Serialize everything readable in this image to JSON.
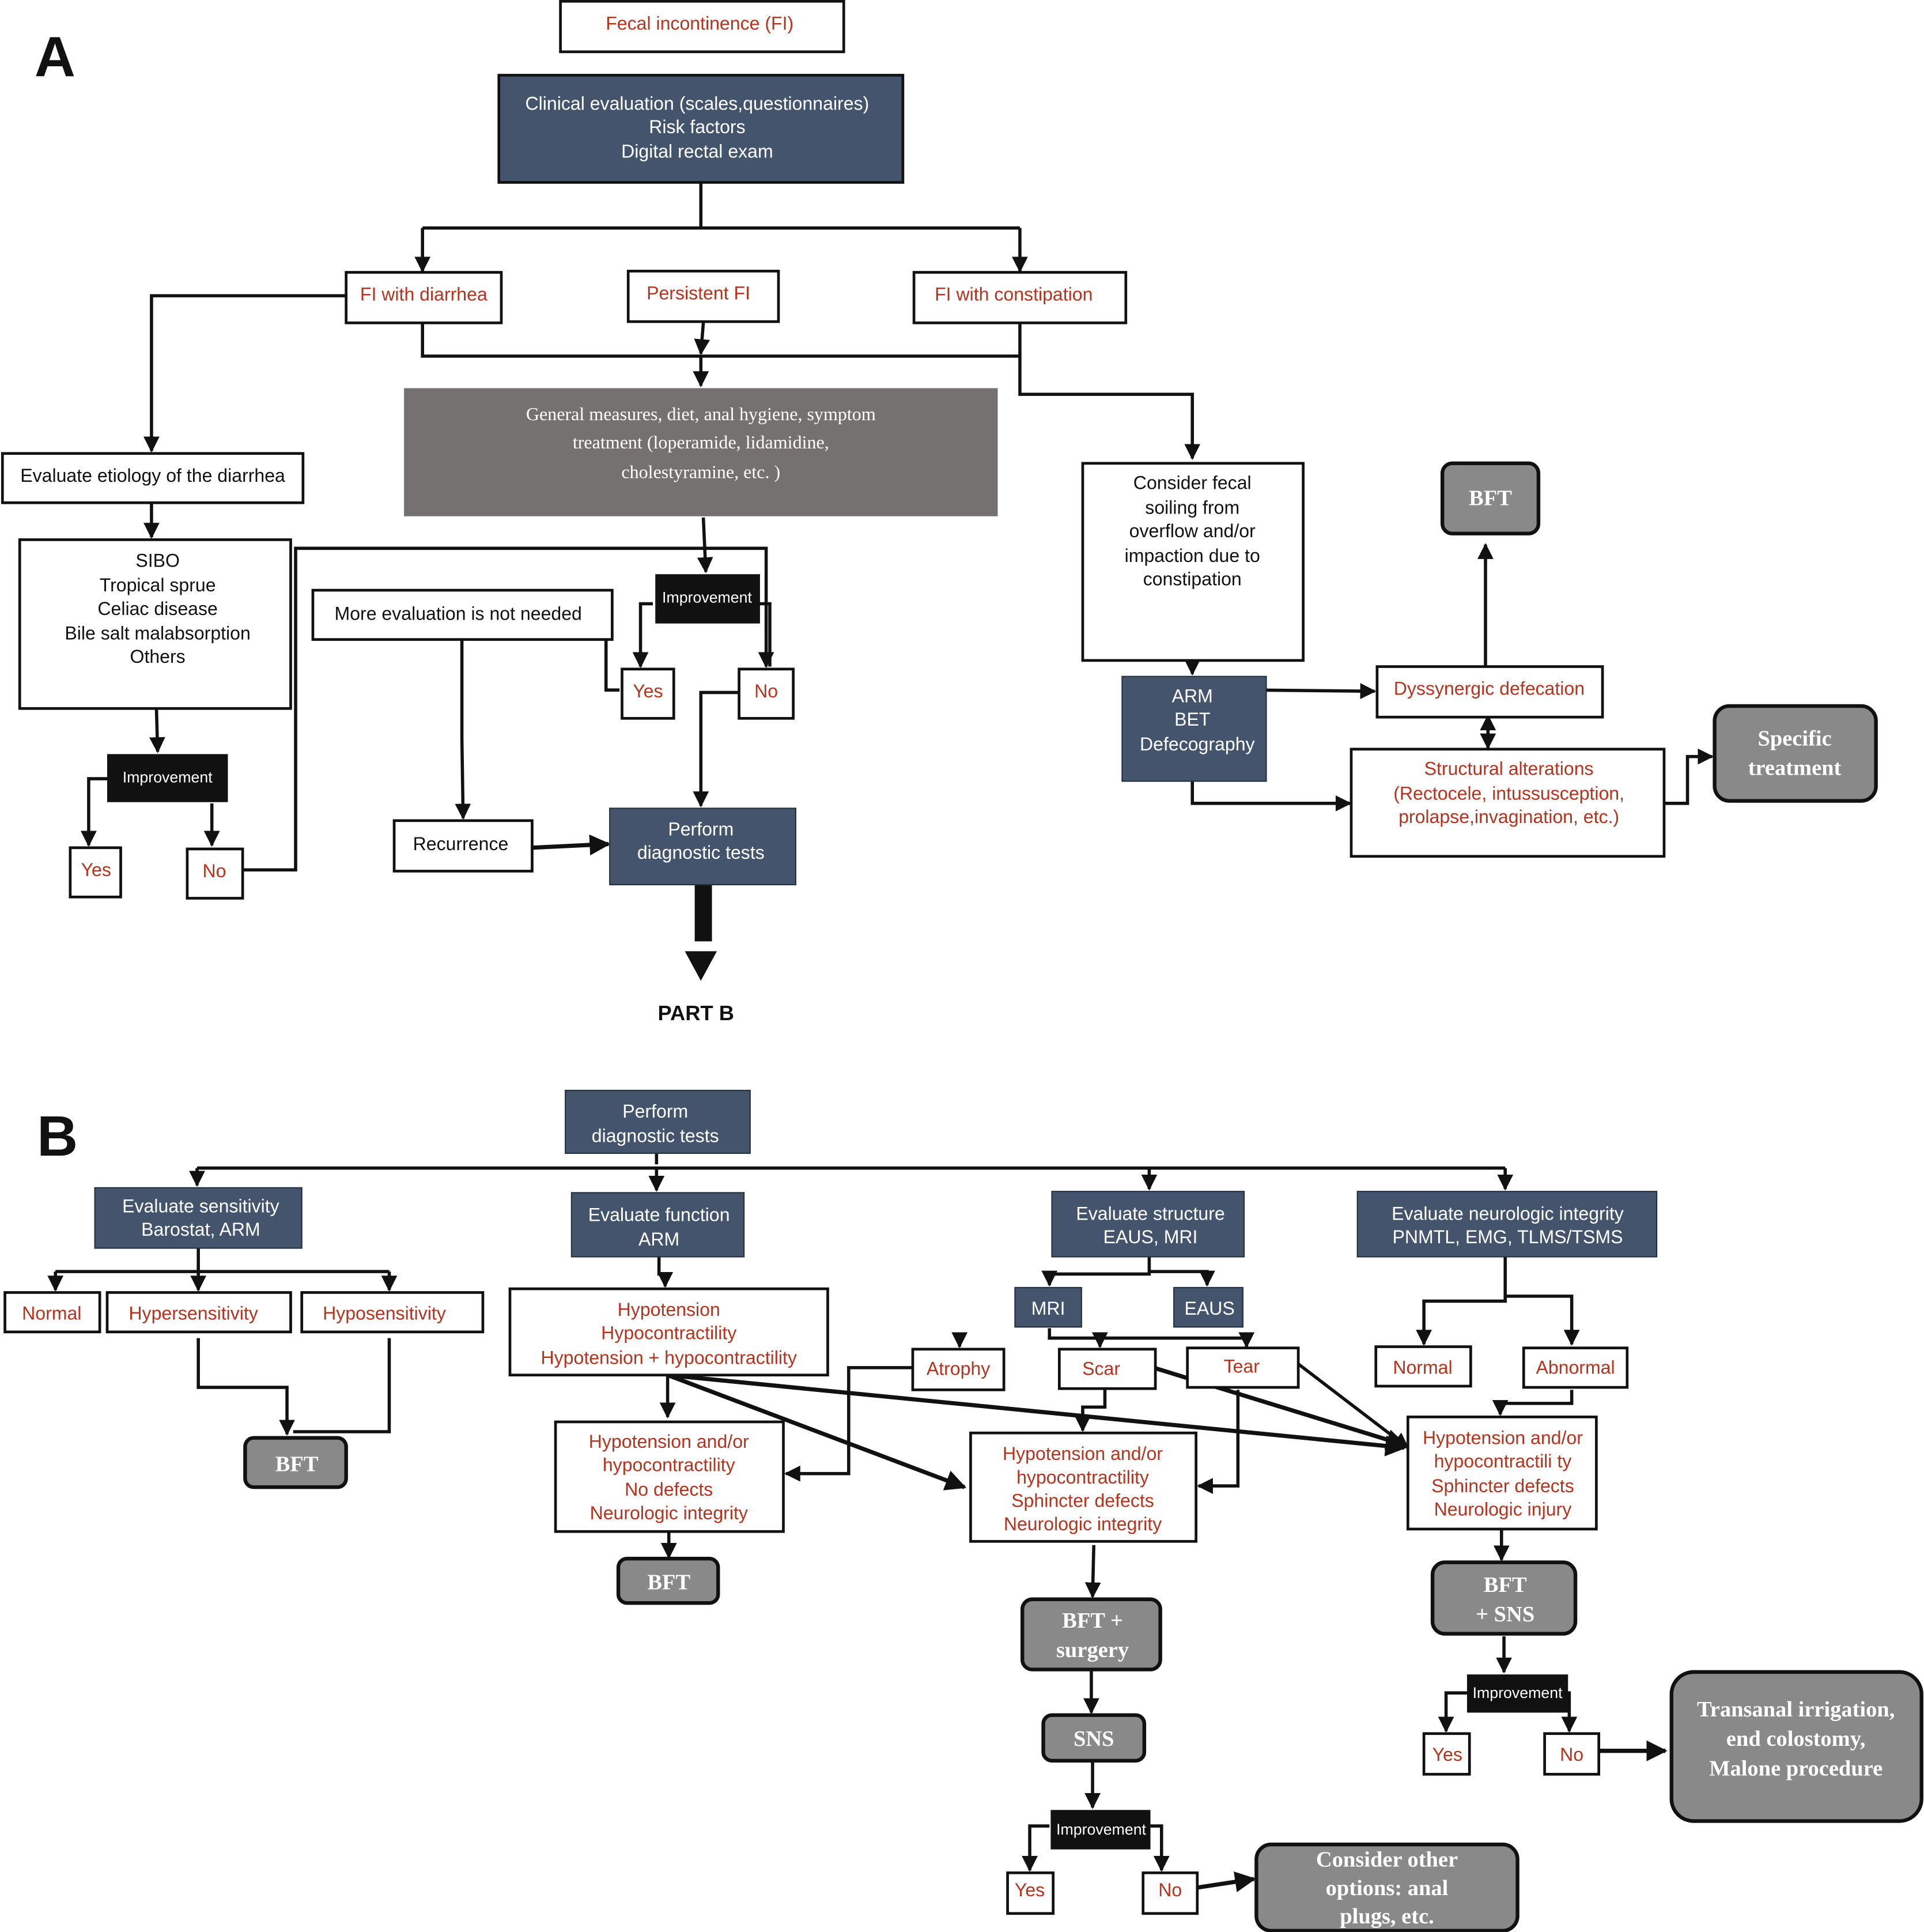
{
  "panels": {
    "a_label": "A",
    "b_label": "B",
    "part_b_label": "PART B"
  },
  "part_a": {
    "fi": "Fecal incontinence (FI)",
    "clinical_eval": [
      "Clinical evaluation (scales,questionnaires)",
      "Risk factors",
      "Digital rectal exam"
    ],
    "fi_diarrhea": "FI with diarrhea",
    "persistent_fi": "Persistent FI",
    "fi_constipation": "FI with constipation",
    "general_measures": [
      "General measures, diet, anal hygiene, symptom",
      "treatment (loperamide, lidamidine,",
      "cholestyramine, etc. )"
    ],
    "evaluate_etiology": "Evaluate etiology of the diarrhea",
    "etiologies": [
      "SIBO",
      "Tropical sprue",
      "Celiac disease",
      "Bile salt malabsorption",
      "Others"
    ],
    "improvement_left": "Improvement",
    "yes_left": "Yes",
    "no_left": "No",
    "more_eval": "More evaluation is not needed",
    "improvement_mid": "Improvement",
    "yes_mid": "Yes",
    "no_mid": "No",
    "recurrence": "Recurrence",
    "perform_tests": [
      "Perform",
      "diagnostic tests"
    ],
    "consider_soiling": [
      "Consider fecal",
      "soiling from",
      "overflow and/or",
      "impaction due to",
      "constipation"
    ],
    "arm_tests": [
      "ARM",
      "BET",
      "Defecography"
    ],
    "bft": "BFT",
    "dyssynergic": "Dyssynergic defecation",
    "structural": [
      "Structural alterations",
      "(Rectocele, intussusception,",
      "prolapse,invagination, etc.)"
    ],
    "specific_treatment": [
      "Specific",
      "treatment"
    ]
  },
  "part_b": {
    "perform_tests": [
      "Perform",
      "diagnostic tests"
    ],
    "eval_sensitivity": [
      "Evaluate sensitivity",
      "Barostat, ARM"
    ],
    "eval_function": [
      "Evaluate function",
      "ARM"
    ],
    "eval_structure": [
      "Evaluate structure",
      "EAUS, MRI"
    ],
    "eval_neuro": [
      "Evaluate neurologic integrity",
      "PNMTL, EMG, TLMS/TSMS"
    ],
    "normal": "Normal",
    "hypersensitivity": "Hypersensitivity",
    "hyposensitivity": "Hyposensitivity",
    "bft_sens": "BFT",
    "function_results": [
      "Hypotension",
      "Hypocontractility",
      "Hypotension + hypocontractility"
    ],
    "mri": "MRI",
    "eaus": "EAUS",
    "atrophy": "Atrophy",
    "scar": "Scar",
    "tear": "Tear",
    "neuro_normal": "Normal",
    "neuro_abnormal": "Abnormal",
    "no_defects": [
      "Hypotension and/or",
      "hypocontractility",
      "No defects",
      "Neurologic integrity"
    ],
    "sphincter_defects": [
      "Hypotension and/or",
      "hypocontractility",
      "Sphincter defects",
      "Neurologic integrity"
    ],
    "neuro_injury": [
      "Hypotension and/or",
      "hypocontractili  ty",
      "Sphincter defects",
      "Neurologic injury"
    ],
    "bft_func": "BFT",
    "bft_surgery": [
      "BFT +",
      "surgery"
    ],
    "sns": "SNS",
    "bft_sns": [
      "BFT",
      "+ SNS"
    ],
    "improvement_c": "Improvement",
    "yes_c": "Yes",
    "no_c": "No",
    "other_options": [
      "Consider other",
      "options: anal",
      "plugs, etc."
    ],
    "improvement_r": "Improvement",
    "yes_r": "Yes",
    "no_r": "No",
    "transanal": [
      "Transanal irrigation,",
      "end colostomy,",
      "Malone procedure"
    ]
  }
}
